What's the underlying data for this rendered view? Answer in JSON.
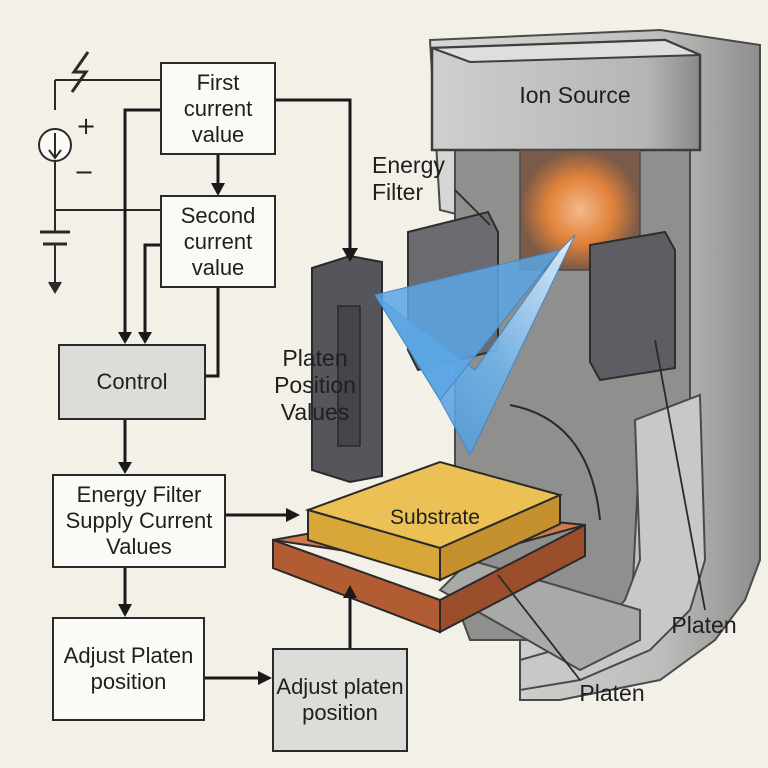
{
  "boxes": {
    "first_current": "First current value",
    "second_current": "Second current value",
    "control": "Control",
    "energy_filter_supply": "Energy Filter Supply Current Values",
    "adjust_left": "Adjust Platen position",
    "adjust_right": "Adjust platen position"
  },
  "labels": {
    "ion_source": "Ion Source",
    "energy_filter": "Energy Filter",
    "platen_position_values": "Platen Position Values",
    "substrate": "Substrate",
    "platen_right": "Platen",
    "platen_bottom": "Platen"
  },
  "symbols": {
    "plus": "+",
    "minus": "−"
  },
  "colors": {
    "beam": "#4a97d8",
    "substrate": "#e6b94a",
    "platen": "#c56a3c",
    "housing": "#b9b9b9",
    "glow": "#e0823a"
  }
}
